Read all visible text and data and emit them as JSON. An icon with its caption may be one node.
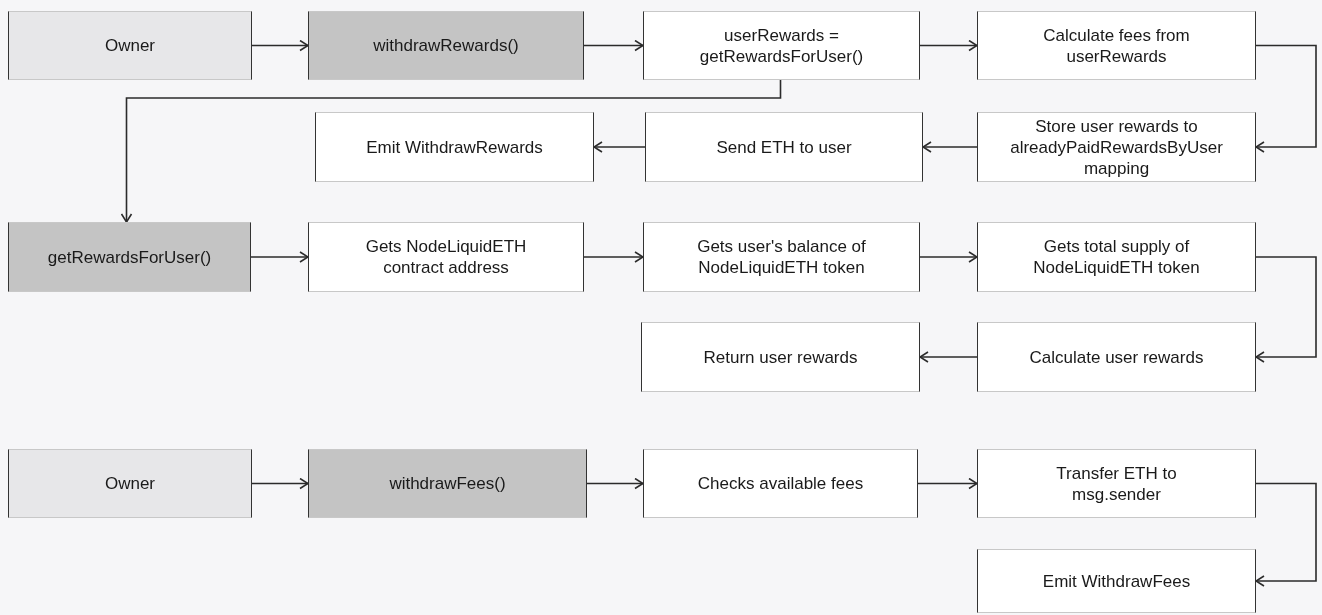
{
  "diagram": {
    "nodes": [
      {
        "text": [
          "Owner"
        ]
      },
      {
        "text": [
          "withdrawRewards()"
        ]
      },
      {
        "text": [
          "userRewards = getRewardsForUser()"
        ]
      },
      {
        "text": [
          "Calculate fees from userRewards"
        ]
      },
      {
        "text": [
          "Emit WithdrawRewards"
        ]
      },
      {
        "text": [
          "Send ETH to user"
        ]
      },
      {
        "text": [
          "Store user rewards to alreadyPaidRewardsByUser mapping"
        ]
      },
      {
        "text": [
          "getRewardsForUser()"
        ]
      },
      {
        "text": [
          "Gets NodeLiquidETH contract address"
        ]
      },
      {
        "text": [
          "Gets user's balance of NodeLiquidETH token"
        ]
      },
      {
        "text": [
          "Gets total supply of NodeLiquidETH token"
        ]
      },
      {
        "text": [
          "Return user rewards"
        ]
      },
      {
        "text": [
          "Calculate user rewards"
        ]
      },
      {
        "text": [
          "Owner"
        ]
      },
      {
        "text": [
          "withdrawFees()"
        ]
      },
      {
        "text": [
          "Checks available fees"
        ]
      },
      {
        "text": [
          "Transfer ETH to msg.sender"
        ]
      },
      {
        "text": [
          "Emit WithdrawFees"
        ]
      }
    ],
    "edges": [
      {
        "from": 0,
        "to": 1,
        "arrow": "to"
      },
      {
        "from": 1,
        "to": 2,
        "arrow": "to"
      },
      {
        "from": 2,
        "to": 3,
        "arrow": "to"
      },
      {
        "from": 3,
        "to": 6,
        "arrow": "to"
      },
      {
        "from": 6,
        "to": 5,
        "arrow": "to"
      },
      {
        "from": 5,
        "to": 4,
        "arrow": "to"
      },
      {
        "from": 2,
        "to": 7,
        "arrow": "to"
      },
      {
        "from": 7,
        "to": 8,
        "arrow": "to"
      },
      {
        "from": 8,
        "to": 9,
        "arrow": "to"
      },
      {
        "from": 9,
        "to": 10,
        "arrow": "to"
      },
      {
        "from": 10,
        "to": 12,
        "arrow": "to"
      },
      {
        "from": 12,
        "to": 11,
        "arrow": "to"
      },
      {
        "from": 13,
        "to": 14,
        "arrow": "to"
      },
      {
        "from": 14,
        "to": 15,
        "arrow": "to"
      },
      {
        "from": 15,
        "to": 16,
        "arrow": "to"
      },
      {
        "from": 16,
        "to": 17,
        "arrow": "to"
      }
    ]
  }
}
